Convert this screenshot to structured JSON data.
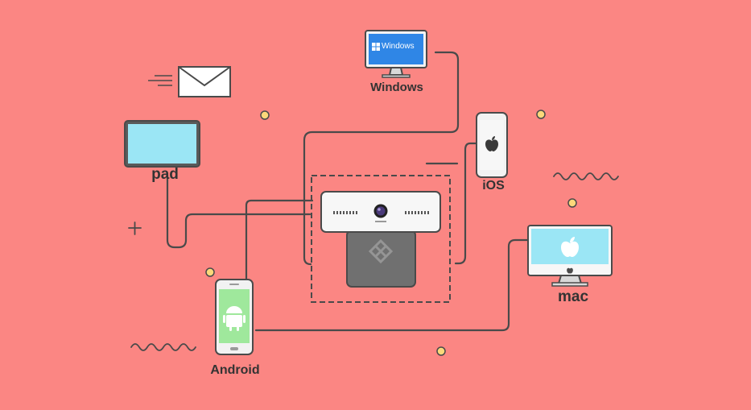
{
  "devices": {
    "windows": {
      "label": "Windows",
      "screen_text": "Windows"
    },
    "pad": {
      "label": "pad"
    },
    "ios": {
      "label": "iOS"
    },
    "mac": {
      "label": "mac"
    },
    "android": {
      "label": "Android"
    }
  },
  "colors": {
    "background": "#fb8683",
    "line": "#4a4a4a",
    "dot": "#fcd87a",
    "windows_screen": "#2f86e6",
    "pad_screen": "#9be6f5",
    "mac_screen": "#9be6f5",
    "android_screen": "#9fe89c"
  },
  "icons": [
    "envelope-icon",
    "windows-logo-icon",
    "apple-logo-icon",
    "android-logo-icon",
    "camera-lens-icon",
    "diamond-logo-icon"
  ]
}
